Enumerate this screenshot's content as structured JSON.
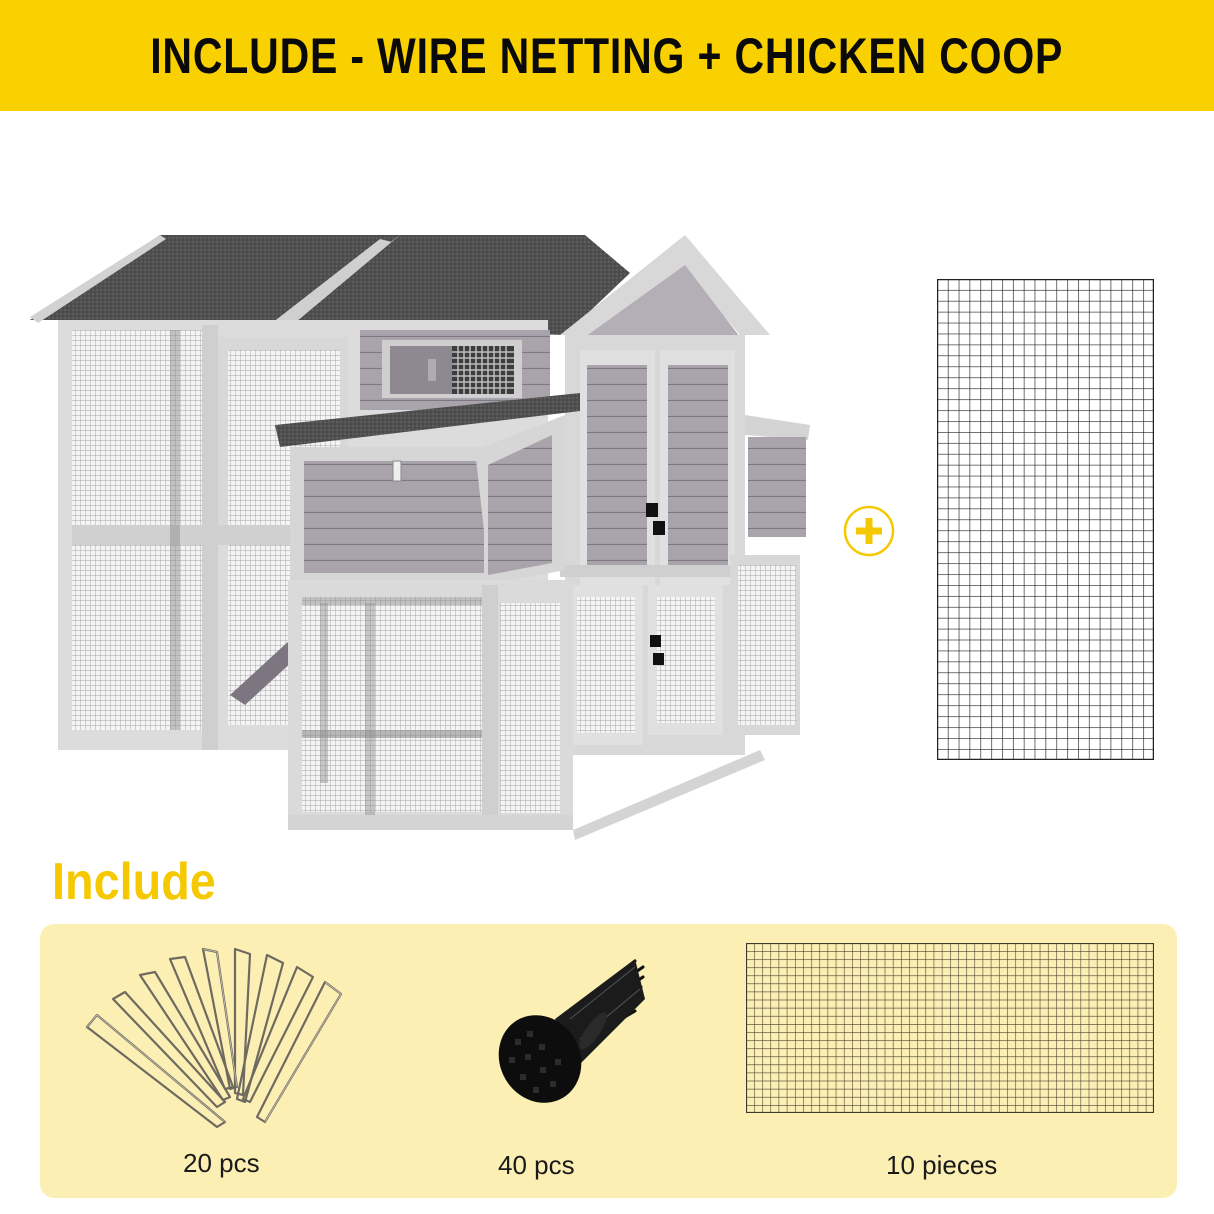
{
  "banner": {
    "title": "INCLUDE - WIRE NETTING + CHICKEN COOP",
    "background": "#f9d000",
    "text_color": "#0a0a0a"
  },
  "hero": {
    "coop_image": "chicken-coop-illustration",
    "plus_icon": "plus-circle-icon",
    "plus_color": "#f5c800",
    "netting_image": "wire-netting-panel"
  },
  "include_section": {
    "heading": "Include",
    "heading_color": "#f5c800",
    "panel_color": "#fcefb4",
    "items": [
      {
        "name": "ground stakes",
        "icon": "u-stakes-icon",
        "label": "20 pcs"
      },
      {
        "name": "cable ties",
        "icon": "cable-ties-icon",
        "label": "40 pcs"
      },
      {
        "name": "wire netting",
        "icon": "wire-netting-icon",
        "label": "10 pieces"
      }
    ]
  }
}
